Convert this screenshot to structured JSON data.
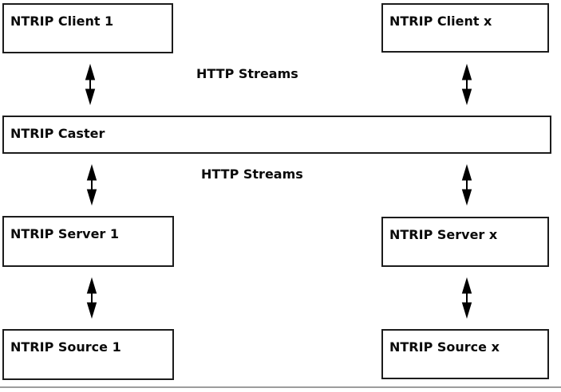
{
  "diagram": {
    "nodes": {
      "client1": {
        "label": "NTRIP Client 1"
      },
      "clientx": {
        "label": "NTRIP Client x"
      },
      "caster": {
        "label": "NTRIP Caster"
      },
      "server1": {
        "label": "NTRIP Server 1"
      },
      "serverx": {
        "label": "NTRIP Server x"
      },
      "source1": {
        "label": "NTRIP Source 1"
      },
      "sourcex": {
        "label": "NTRIP Source x"
      }
    },
    "annotations": {
      "http_streams_top": "HTTP Streams",
      "http_streams_bottom": "HTTP Streams"
    },
    "connections": [
      "client1 <-> caster",
      "clientx <-> caster",
      "caster <-> server1",
      "caster <-> serverx",
      "server1 <-> source1",
      "serverx <-> sourcex"
    ],
    "colors": {
      "box_border": "#1c1c1c",
      "text": "#0a0a0a",
      "arrow": "#000000",
      "background": "#ffffff",
      "bottom_rule": "#9c9c9c"
    }
  }
}
